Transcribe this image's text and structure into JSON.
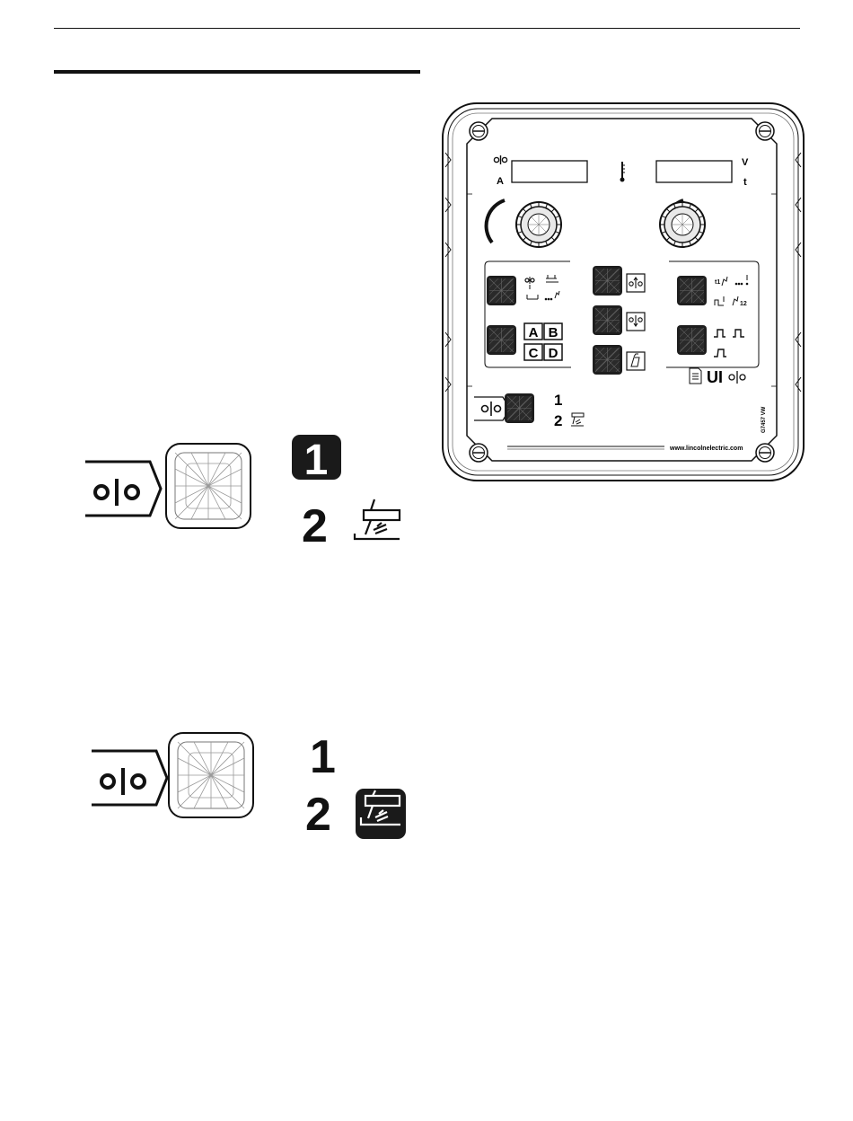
{
  "panel": {
    "ammeter_symbol": "o|o",
    "ammeter_label": "A",
    "voltmeter_label": "V",
    "time_label": "t",
    "memory_a": "A",
    "memory_b": "B",
    "memory_c": "C",
    "memory_d": "D",
    "user_interface_label": "UI",
    "select_1": "1",
    "select_2": "2",
    "website": "www.lincolnelectric.com",
    "part_code": "G7457 VW"
  },
  "detail_top": {
    "wire_symbol": "o|o",
    "option_1": "1",
    "option_2": "2",
    "selected": "1"
  },
  "detail_bottom": {
    "wire_symbol": "o|o",
    "option_1": "1",
    "option_2": "2",
    "selected": "2"
  }
}
